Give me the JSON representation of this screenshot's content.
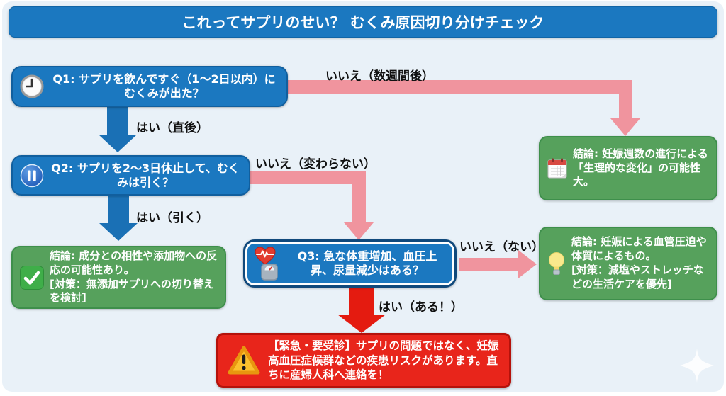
{
  "title": "これってサプリのせい？ むくみ原因切り分けチェック",
  "questions": {
    "q1": {
      "icon": "clock-icon",
      "text": "Q1: サプリを飲んですぐ（1〜2日以内）にむくみが出た？"
    },
    "q2": {
      "icon": "pause-icon",
      "text": "Q2: サプリを2〜3日休止して、むくみは引く？"
    },
    "q3": {
      "icons": [
        "heart-ecg-icon",
        "scale-icon"
      ],
      "text": "Q3: 急な体重増加、血圧上昇、尿量減少はある？"
    }
  },
  "answers": {
    "q1_yes": "はい（直後）",
    "q1_no": "いいえ（数週間後）",
    "q2_yes": "はい（引く）",
    "q2_no": "いいえ（変わらない）",
    "q3_no": "いいえ（ない）",
    "q3_yes": "はい（ある！）"
  },
  "conclusions": {
    "physiological": {
      "icon": "calendar-icon",
      "text": "結論: 妊娠週数の進行による「生理的な変化」の可能性大。"
    },
    "additives": {
      "icon": "check-icon",
      "text": "結論: 成分との相性や添加物への反応の可能性あり。\n[対策：無添加サプリへの切り替えを検討]"
    },
    "lifestyle": {
      "icon": "lightbulb-icon",
      "text": "結論: 妊娠による血管圧迫や体質によるもの。\n[対策：減塩やストレッチなどの生活ケアを優先]"
    },
    "emergency": {
      "icon": "warning-icon",
      "text": "【緊急・要受診】サプリの問題ではなく、妊娠高血圧症候群などの疾患リスクがあります。直ちに産婦人科へ連絡を！"
    }
  },
  "colors": {
    "question_blue": "#1b78c0",
    "conclusion_green": "#56a15c",
    "no_arrow_pink": "#f0949e",
    "yes_arrow_blue": "#1a70b5",
    "emergency_red": "#e8251b",
    "background": "#e9f1f8"
  }
}
